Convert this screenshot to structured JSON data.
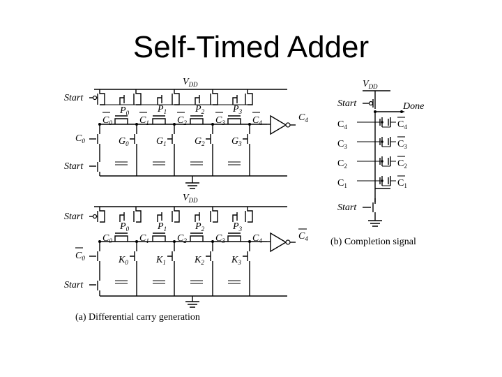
{
  "slide": {
    "title": "Self-Timed Adder"
  },
  "panel_a": {
    "caption": "(a) Differential carry generation",
    "upper": {
      "supply": "V",
      "supply_sub": "DD",
      "start_top": "Start",
      "start_bottom": "Start",
      "carry_in": "C",
      "carry_in_sub": "0",
      "propagate": [
        {
          "name": "P",
          "sub": "0"
        },
        {
          "name": "P",
          "sub": "1"
        },
        {
          "name": "P",
          "sub": "2"
        },
        {
          "name": "P",
          "sub": "3"
        }
      ],
      "carry_nodes": [
        {
          "name": "C",
          "sub": "0"
        },
        {
          "name": "C",
          "sub": "1"
        },
        {
          "name": "C",
          "sub": "2"
        },
        {
          "name": "C",
          "sub": "3"
        },
        {
          "name": "C",
          "sub": "4"
        }
      ],
      "generate": [
        {
          "name": "G",
          "sub": "0"
        },
        {
          "name": "G",
          "sub": "1"
        },
        {
          "name": "G",
          "sub": "2"
        },
        {
          "name": "G",
          "sub": "3"
        }
      ],
      "output": "C",
      "output_sub": "4"
    },
    "lower": {
      "supply": "V",
      "supply_sub": "DD",
      "start_top": "Start",
      "start_bottom": "Start",
      "carry_in": "C",
      "carry_in_sub": "0",
      "propagate": [
        {
          "name": "P",
          "sub": "0"
        },
        {
          "name": "P",
          "sub": "1"
        },
        {
          "name": "P",
          "sub": "2"
        },
        {
          "name": "P",
          "sub": "3"
        }
      ],
      "carry_nodes": [
        {
          "name": "C",
          "sub": "0"
        },
        {
          "name": "C",
          "sub": "1"
        },
        {
          "name": "C",
          "sub": "2"
        },
        {
          "name": "C",
          "sub": "3"
        },
        {
          "name": "C",
          "sub": "4"
        }
      ],
      "kill": [
        {
          "name": "K",
          "sub": "0"
        },
        {
          "name": "K",
          "sub": "1"
        },
        {
          "name": "K",
          "sub": "2"
        },
        {
          "name": "K",
          "sub": "3"
        }
      ],
      "output": "C",
      "output_sub": "4"
    }
  },
  "panel_b": {
    "caption": "(b) Completion signal",
    "supply": "V",
    "supply_sub": "DD",
    "start_top": "Start",
    "done": "Done",
    "start_bottom": "Start",
    "pairs": [
      {
        "left": "C",
        "left_sub": "4",
        "right": "C",
        "right_sub": "4"
      },
      {
        "left": "C",
        "left_sub": "3",
        "right": "C",
        "right_sub": "3"
      },
      {
        "left": "C",
        "left_sub": "2",
        "right": "C",
        "right_sub": "2"
      },
      {
        "left": "C",
        "left_sub": "1",
        "right": "C",
        "right_sub": "1"
      }
    ]
  }
}
